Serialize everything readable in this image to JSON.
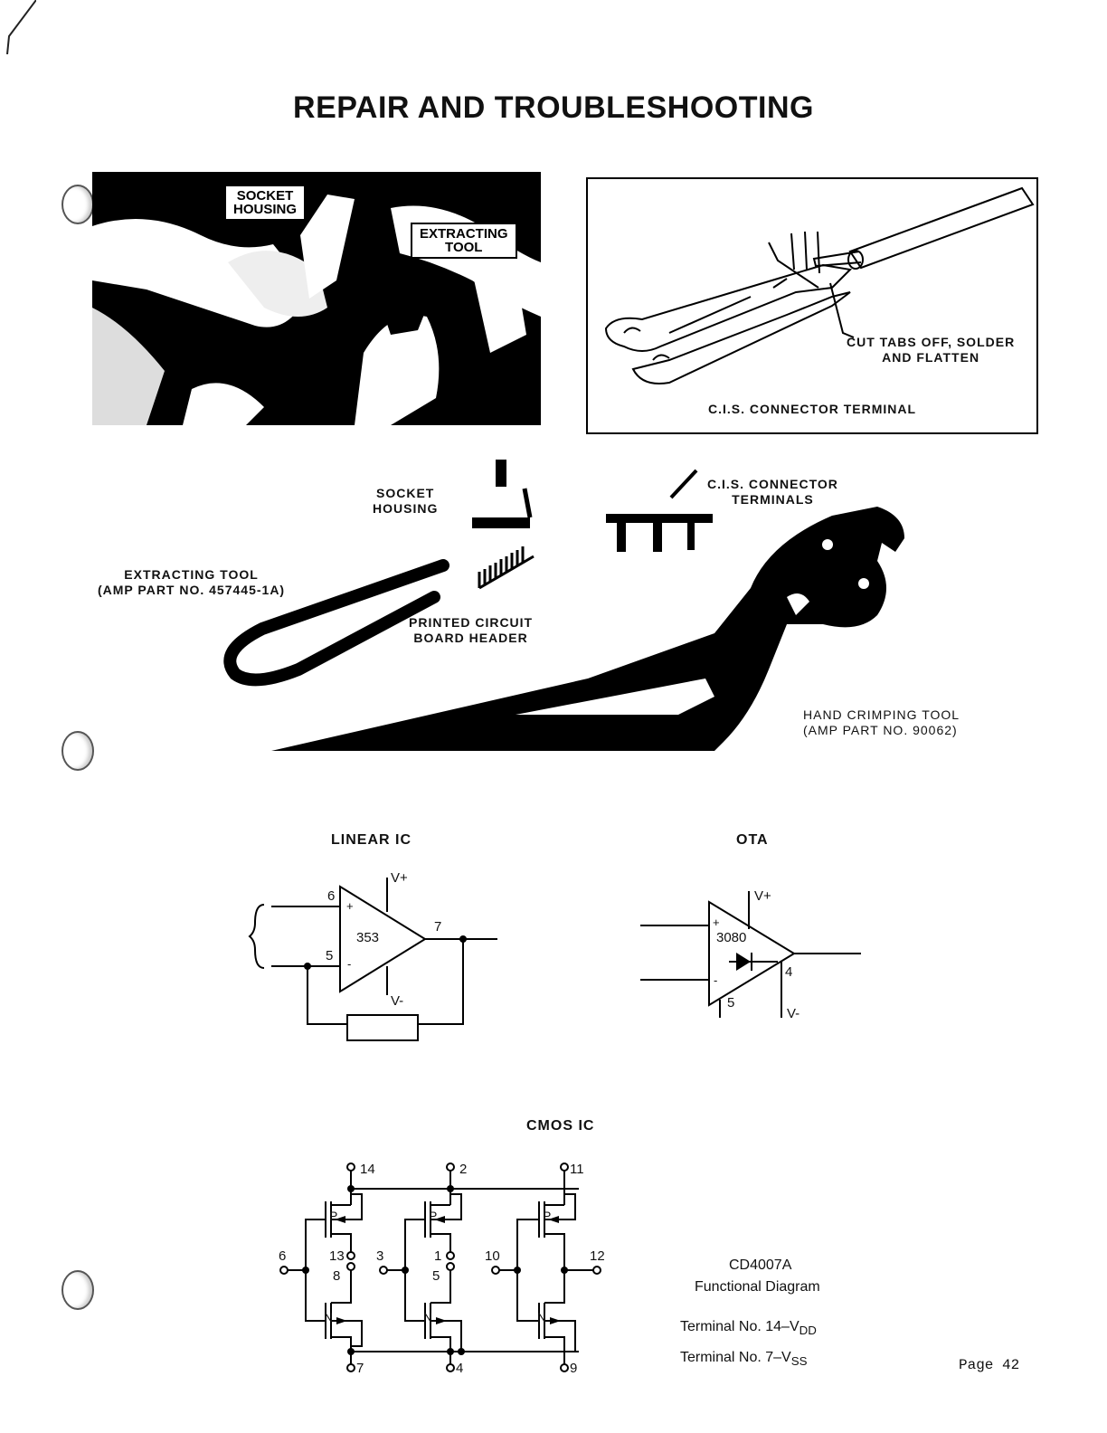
{
  "page": {
    "title": "REPAIR AND TROUBLESHOOTING",
    "page_number": "Page  42"
  },
  "photo_top": {
    "socket_housing": [
      "SOCKET",
      "HOUSING"
    ],
    "extracting_tool": [
      "EXTRACTING",
      "TOOL"
    ]
  },
  "cis_terminal": {
    "callout": [
      "CUT TABS OFF, SOLDER",
      "AND FLATTEN"
    ],
    "caption": "C.I.S. CONNECTOR TERMINAL"
  },
  "tools_photo": {
    "socket_housing": [
      "SOCKET",
      "HOUSING"
    ],
    "cis_terminals": [
      "C.I.S. CONNECTOR",
      "TERMINALS"
    ],
    "extracting_tool": [
      "EXTRACTING TOOL",
      "(AMP PART NO. 457445-1A)"
    ],
    "pcb_header": [
      "PRINTED CIRCUIT",
      "BOARD HEADER"
    ],
    "crimping_tool": [
      "HAND CRIMPING TOOL",
      "(AMP PART NO. 90062)"
    ]
  },
  "linear_ic": {
    "title": "LINEAR IC",
    "chip": "353",
    "pin_plus": "6",
    "pin_minus": "5",
    "pin_out": "7",
    "vplus": "V+",
    "vminus": "V-",
    "plus": "+",
    "minus": "-"
  },
  "ota": {
    "title": "OTA",
    "chip": "3080",
    "vplus": "V+",
    "vminus": "V-",
    "pin4": "4",
    "pin5": "5",
    "plus": "+",
    "minus": "-"
  },
  "cmos": {
    "title": "CMOS IC",
    "pins": {
      "p14": "14",
      "p2": "2",
      "p11": "11",
      "p6": "6",
      "p3": "3",
      "p10": "10",
      "p12": "12",
      "p13": "13",
      "p8": "8",
      "p1": "1",
      "p5": "5",
      "p7": "7",
      "p4": "4",
      "p9": "9"
    },
    "p_label": "P",
    "n_label": "N",
    "part": "CD4007A",
    "subtitle": "Functional Diagram",
    "vdd_prefix": "Terminal No. 14–V",
    "vdd_sub": "DD",
    "vss_prefix": "Terminal No.  7–V",
    "vss_sub": "SS"
  }
}
